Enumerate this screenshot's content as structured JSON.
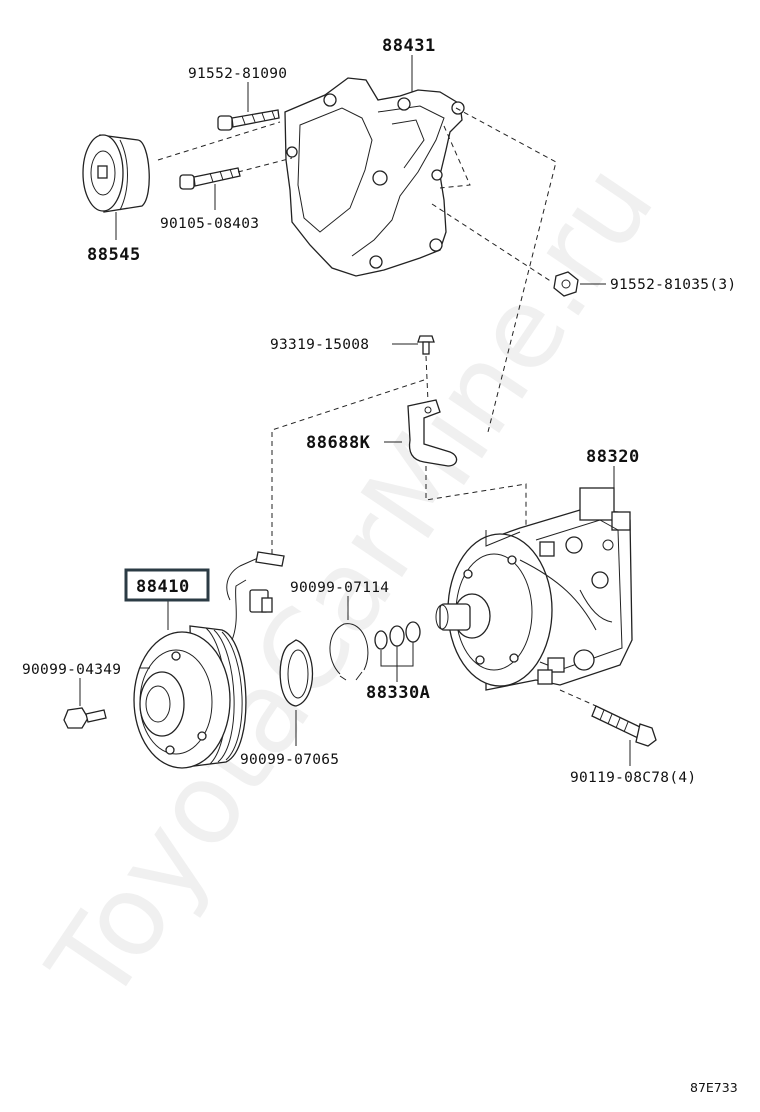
{
  "watermark": "ToyotaCarMine.ru",
  "diagram_code": "87E733",
  "highlight_color": "#2b3b44",
  "parts": {
    "bracket": "88431",
    "bolt_top": "91552-81090",
    "idler_bolt": "90105-08403",
    "idler_pulley": "88545",
    "bracket_bolt": "91552-81035(3)",
    "clamp_screw": "93319-15008",
    "wire_bracket": "88688K",
    "compressor": "88320",
    "clutch_assembly": "88410",
    "clutch_snap_ring_a": "90099-07114",
    "clutch_bolt": "90099-04349",
    "shim_set": "88330A",
    "snap_ring_b": "90099-07065",
    "compressor_bolt": "90119-08C78(4)"
  }
}
